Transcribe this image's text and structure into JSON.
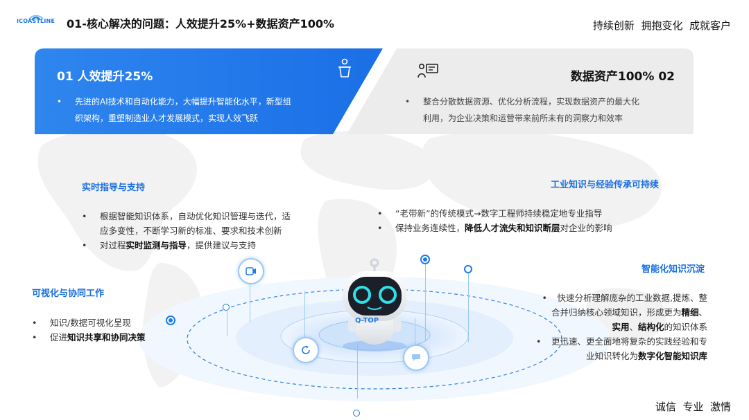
{
  "header": {
    "logo_text": "ICOASTLINE",
    "title": "01-核心解决的问题：人效提升25%+数据资产100%",
    "slogan_top": "持续创新  拥抱变化  成就客户",
    "slogan_bottom": "诚信  专业  激情"
  },
  "card_left": {
    "title": "01 人效提升25%",
    "bullets": [
      "先进的AI技术和自动化能力，大幅提升智能化水平，新型组",
      "织架构，重塑制造业人才发展模式，实现人效飞跃"
    ],
    "bullet_mark": "•"
  },
  "card_right": {
    "title": "数据资产100% 02",
    "bullets": [
      "整合分散数据资源、优化分析流程，实现数据资产的最大化",
      "利用，为企业决策和运营带来前所未有的洞察力和效率"
    ],
    "bullet_mark": "•"
  },
  "realtime": {
    "title": "实时指导与支持",
    "l1": "根据智能知识体系，自动优化知识管理与迭代，适",
    "l2": "应多变性，不断学习新的标准、要求和技术创新",
    "l3a": "对过程",
    "l3b": "实时监测与指导",
    "l3c": "，提供建议与支持"
  },
  "industrial": {
    "title": "工业知识与经验传承可持续",
    "l1": "“老带新”的传统模式→数字工程师持续稳定地专业指导",
    "l2a": "保持业务连续性，",
    "l2b": "降低人才流失和知识断层",
    "l2c": "对企业的影响"
  },
  "visual": {
    "title": "可视化与协同工作",
    "l1": "知识/数据可视化呈现",
    "l2a": "促进",
    "l2b": "知识共享和协同决策"
  },
  "smart": {
    "title": "智能化知识沉淀",
    "l1": "快速分析理解庞杂的工业数据,提炼、整",
    "l2a": "合并归纳核心领域知识，形成更为",
    "l2b": "精细",
    "l2c": "、",
    "l3a": "实用",
    "l3b": "、",
    "l3c": "结构化",
    "l3d": "的知识体系",
    "l4": "更迅速、更全面地将复杂的实践经验和专",
    "l5a": "业知识转化为",
    "l5b": "数字化智能知识库"
  },
  "robot": {
    "badge": "Q-TOP"
  },
  "colors": {
    "accent": "#1a7ae8",
    "card_gray": "#ececec"
  }
}
